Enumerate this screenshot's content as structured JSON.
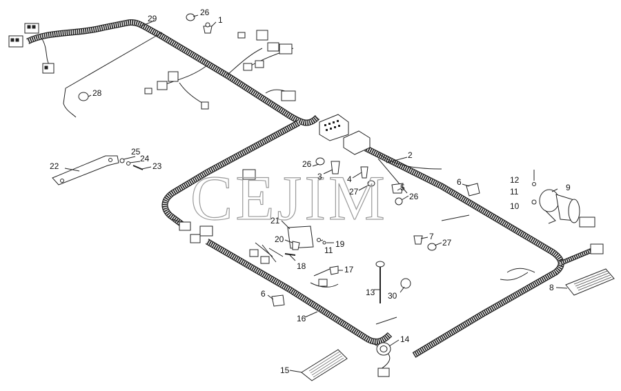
{
  "watermark": "СЕЈIM",
  "parts": [
    {
      "id": "29",
      "label": "29"
    },
    {
      "id": "26a",
      "label": "26"
    },
    {
      "id": "1",
      "label": "1"
    },
    {
      "id": "28",
      "label": "28"
    },
    {
      "id": "2",
      "label": "2"
    },
    {
      "id": "26b",
      "label": "26"
    },
    {
      "id": "3",
      "label": "3"
    },
    {
      "id": "4",
      "label": "4"
    },
    {
      "id": "27a",
      "label": "27"
    },
    {
      "id": "5",
      "label": "5"
    },
    {
      "id": "26c",
      "label": "26"
    },
    {
      "id": "6a",
      "label": "6"
    },
    {
      "id": "12",
      "label": "12"
    },
    {
      "id": "11a",
      "label": "11"
    },
    {
      "id": "9",
      "label": "9"
    },
    {
      "id": "10",
      "label": "10"
    },
    {
      "id": "22",
      "label": "22"
    },
    {
      "id": "25",
      "label": "25"
    },
    {
      "id": "24",
      "label": "24"
    },
    {
      "id": "23",
      "label": "23"
    },
    {
      "id": "21",
      "label": "21"
    },
    {
      "id": "20",
      "label": "20"
    },
    {
      "id": "11b",
      "label": "11"
    },
    {
      "id": "19",
      "label": "19"
    },
    {
      "id": "18",
      "label": "18"
    },
    {
      "id": "7",
      "label": "7"
    },
    {
      "id": "27b",
      "label": "27"
    },
    {
      "id": "17",
      "label": "17"
    },
    {
      "id": "13",
      "label": "13"
    },
    {
      "id": "30",
      "label": "30"
    },
    {
      "id": "8",
      "label": "8"
    },
    {
      "id": "6b",
      "label": "6"
    },
    {
      "id": "16",
      "label": "16"
    },
    {
      "id": "14",
      "label": "14"
    },
    {
      "id": "15",
      "label": "15"
    }
  ]
}
